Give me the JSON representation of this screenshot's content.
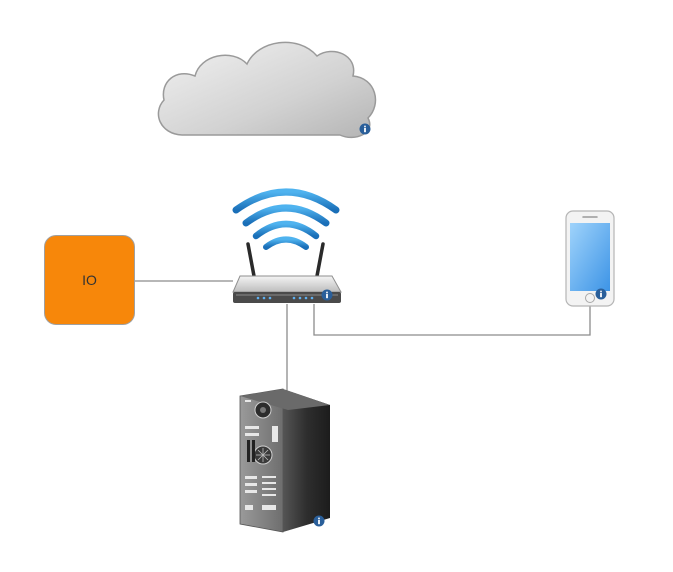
{
  "diagram": {
    "nodes": [
      {
        "id": "cloud",
        "icon": "cloud-icon"
      },
      {
        "id": "router",
        "icon": "wireless-router-icon"
      },
      {
        "id": "io",
        "label": "IO"
      },
      {
        "id": "phone",
        "icon": "smartphone-icon"
      },
      {
        "id": "computer",
        "icon": "desktop-tower-icon"
      }
    ],
    "edges": [
      {
        "from": "io",
        "to": "router"
      },
      {
        "from": "router",
        "to": "phone"
      },
      {
        "from": "router",
        "to": "computer"
      }
    ],
    "info_badge_icon": "info-icon"
  },
  "colors": {
    "io_fill": "#f7870a",
    "connector": "#8c8c8c",
    "wifi": "#2d8fd5",
    "info_badge": "#2a5f9a"
  }
}
